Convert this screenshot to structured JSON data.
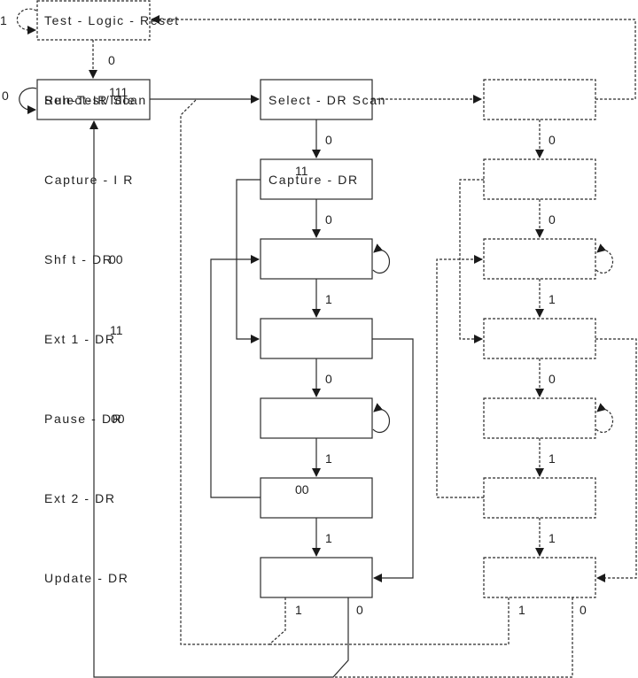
{
  "diagram": {
    "title": "JTAG TAP controller state machine",
    "states": {
      "test_logic_reset": "Test - Logic - Reset",
      "run_test_idle": "Run-Test/Idle",
      "select_ir_scan": "Select-IR Scan",
      "select_dr_scan": "Select - DR  Scan",
      "capture_dr": "Capture - DR"
    },
    "left_column_labels": [
      "Capture - I R",
      "Shf t - DR",
      "Ext 1 - DR",
      "Pause - DR",
      "Ext 2 - DR",
      "Update - DR"
    ],
    "edge_labels": {
      "tlr_self": "1",
      "tlr_to_rti": "0",
      "rti_self": "0",
      "rti_overlay": "111",
      "sdr_to_cdr": "0",
      "cdr_overlay": "11",
      "cdr_to_shift": "0",
      "shift_to_exit1": "1",
      "exit1_to_pause": "0",
      "pause_to_exit2": "1",
      "exit2_overlay": "00",
      "exit2_to_update": "1",
      "update_1": "1",
      "update_0": "0",
      "shift_left_overlay": "00",
      "exit1_left_overlay": "11",
      "pause_left_overlay": "00",
      "ir_sel_to_cap": "0",
      "ir_cap_to_shift": "0",
      "ir_shift_to_exit1": "1",
      "ir_exit1_to_pause": "0",
      "ir_pause_to_exit2": "1",
      "ir_exit2_to_update": "1",
      "ir_update_1": "1",
      "ir_update_0": "0"
    }
  }
}
